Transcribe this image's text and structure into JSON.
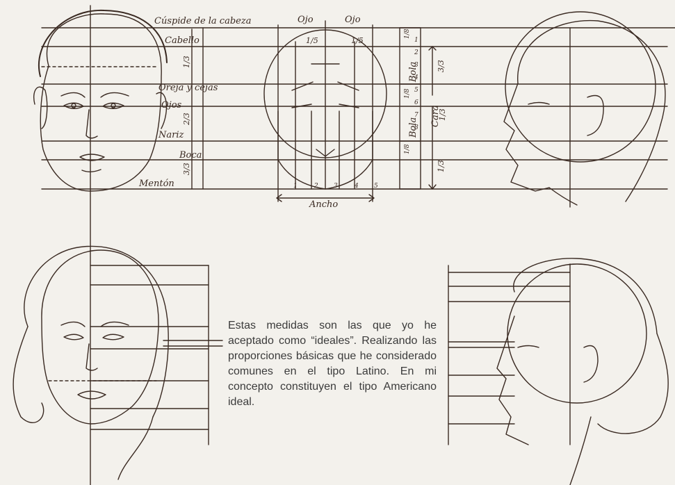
{
  "labels": {
    "cuspide": "Cúspide de la cabeza",
    "cabello": "Cabello",
    "oreja_cejas": "Oreja y cejas",
    "ojos": "Ojos",
    "nariz": "Nariz",
    "boca": "Boca",
    "menton": "Mentón",
    "ojo_left": "Ojo",
    "ojo_right": "Ojo",
    "ancho": "Ancho",
    "bola_top": "Bola",
    "bola_bottom": "Bola",
    "cara": "Cara"
  },
  "fractions": {
    "one_third": "1/3",
    "two_thirds": "2/3",
    "three_thirds": "3/3",
    "one_fifth_left": "1/5",
    "one_fifth_right": "1/5",
    "one_eighth_a": "1/8",
    "one_eighth_b": "1/8",
    "one_eighth_c": "1/8",
    "cara_third": "1/3",
    "side_3_3": "3/3",
    "side_1_3": "1/3"
  },
  "eye_numbers": [
    "1",
    "2",
    "3",
    "4",
    "5"
  ],
  "bola_ticks": [
    "1",
    "2",
    "3",
    "4",
    "5",
    "6",
    "7",
    "8"
  ],
  "paragraph": "Estas medidas son las que yo he aceptado como “ideales”. Realizando las proporciones básicas que he considerado comunes en el tipo Latino. En mi concepto constituyen el tipo Americano ideal.",
  "colors": {
    "ink": "#3a2a22",
    "paper": "#f3f1ec",
    "body_text": "#3b3b3b"
  }
}
